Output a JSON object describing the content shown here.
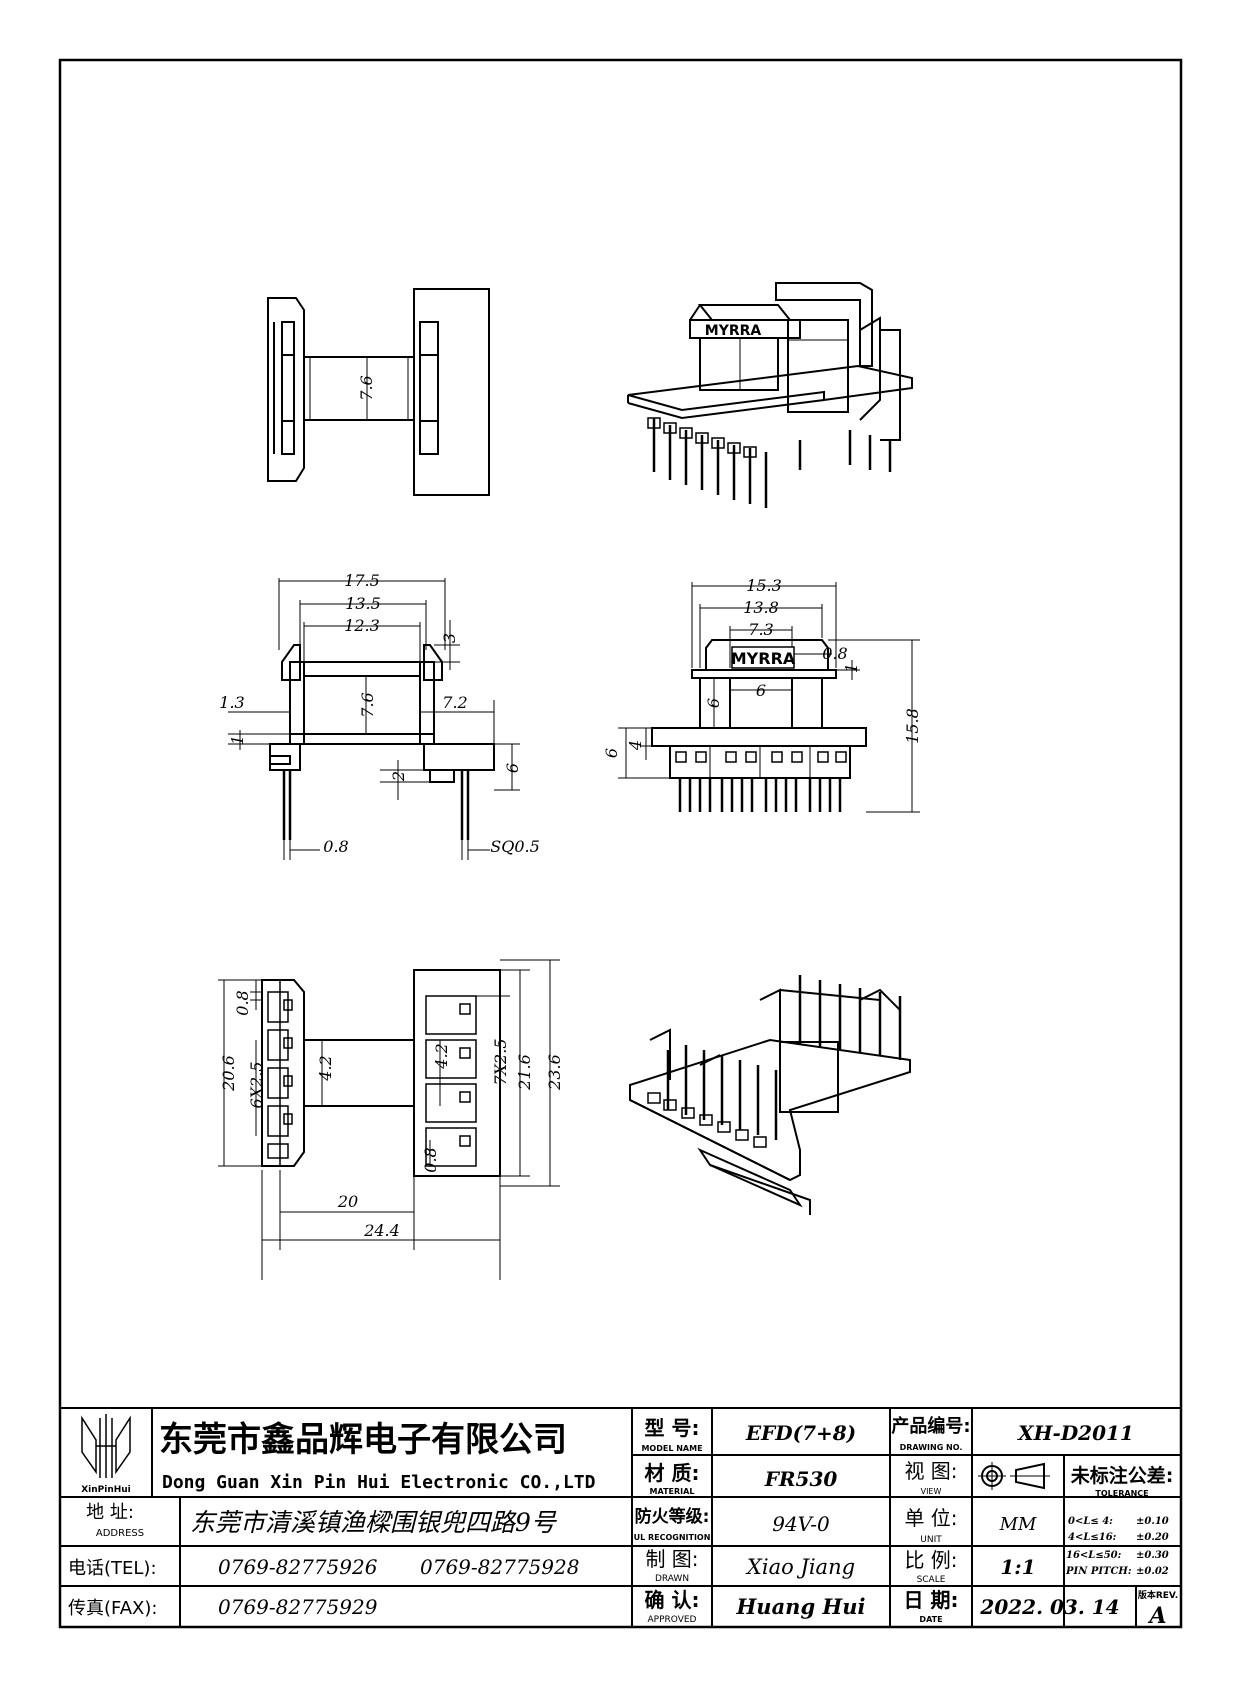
{
  "drawing": {
    "brand_label": "MYRRA",
    "views": {
      "side_top": {
        "bobbin_dim": "7.6"
      },
      "front": {
        "dims": [
          "17.5",
          "13.5",
          "12.3",
          "3",
          "1.3",
          "7.6",
          "7.2",
          "1",
          "6",
          "2",
          "0.8",
          "SQ0.5"
        ]
      },
      "side": {
        "dims": [
          "15.3",
          "13.8",
          "7.3",
          "0.8",
          "1",
          "6",
          "6",
          "15.8",
          "6",
          "4"
        ]
      },
      "bottom": {
        "dims": [
          "0.8",
          "20.6",
          "6X2.5",
          "4.2",
          "4.2",
          "7X2.5",
          "21.6",
          "23.6",
          "0.8",
          "20",
          "24.4"
        ]
      }
    }
  },
  "title_block": {
    "logo_text": "XinPinHui",
    "company_cn": "东莞市鑫品辉电子有限公司",
    "company_en": "Dong Guan Xin Pin Hui Electronic CO.,LTD",
    "address_label": "地  址:",
    "address_label_en": "ADDRESS",
    "address_value": "东莞市清溪镇渔樑围银兜四路9号",
    "tel_label": "电话(TEL):",
    "tel_value_1": "0769-82775926",
    "tel_value_2": "0769-82775928",
    "fax_label": "传真(FAX):",
    "fax_value": "0769-82775929",
    "model_label": "型  号:",
    "model_label_en": "MODEL NAME",
    "model_value": "EFD(7+8)",
    "material_label": "材  质:",
    "material_label_en": "MATERIAL",
    "material_value": "FR530",
    "fire_label": "防火等级:",
    "fire_label_en": "UL RECOGNITION",
    "fire_value": "94V-0",
    "drawn_label": "制  图:",
    "drawn_label_en": "DRAWN",
    "drawn_value": "Xiao Jiang",
    "approved_label": "确  认:",
    "approved_label_en": "APPROVED",
    "approved_value": "Huang Hui",
    "drawing_no_label": "产品编号:",
    "drawing_no_label_en": "DRAWING NO.",
    "drawing_no_value": "XH-D2011",
    "view_label": "视  图:",
    "view_label_en": "VIEW",
    "unit_label": "单  位:",
    "unit_label_en": "UNIT",
    "unit_value": "MM",
    "scale_label": "比  例:",
    "scale_label_en": "SCALE",
    "scale_value": "1:1",
    "date_label": "日  期:",
    "date_label_en": "DATE",
    "date_value": "2022. 03. 14",
    "tolerance_title": "未标注公差:",
    "tolerance_title_en": "TOLERANCE",
    "tolerance_rows": [
      {
        "range": "0<L≤ 4:",
        "value": "±0.10"
      },
      {
        "range": "4<L≤16:",
        "value": "±0.20"
      },
      {
        "range": "16<L≤50:",
        "value": "±0.30"
      },
      {
        "range": "PIN PITCH:",
        "value": "±0.02"
      }
    ],
    "rev_label": "版本REV.",
    "rev_value": "A"
  }
}
